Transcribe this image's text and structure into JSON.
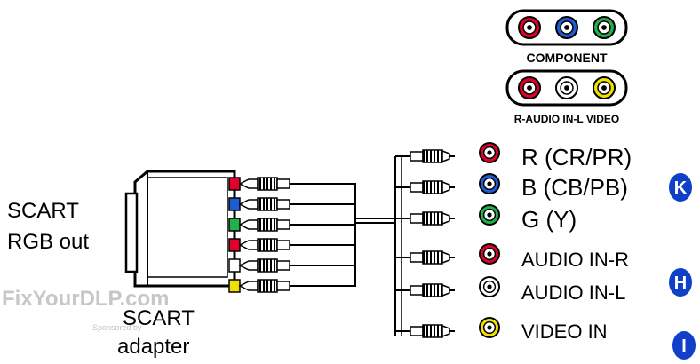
{
  "component_panel": {
    "title": "COMPONENT",
    "jacks": [
      {
        "color": "#e0002a"
      },
      {
        "color": "#1e5cd6"
      },
      {
        "color": "#22b04a"
      }
    ]
  },
  "audio_video_panel": {
    "title": "R-AUDIO IN-L VIDEO",
    "jacks": [
      {
        "color": "#e0002a"
      },
      {
        "color": "#ffffff"
      },
      {
        "color": "#f2e100"
      }
    ]
  },
  "left_labels": {
    "scart_rgb_line1": "SCART",
    "scart_rgb_line2": "RGB out",
    "adapter_line1": "SCART",
    "adapter_line2": "adapter"
  },
  "connections": [
    {
      "label": "R (CR/PR)",
      "color": "#e0002a"
    },
    {
      "label": "B (CB/PB)",
      "color": "#1e5cd6"
    },
    {
      "label": "G (Y)",
      "color": "#22b04a"
    },
    {
      "label": "AUDIO IN-R",
      "color": "#e0002a"
    },
    {
      "label": "AUDIO IN-L",
      "color": "#ffffff"
    },
    {
      "label": "VIDEO IN",
      "color": "#f2e100"
    }
  ],
  "adapter_plugs": [
    {
      "color": "#e0002a"
    },
    {
      "color": "#1e5cd6"
    },
    {
      "color": "#22b04a"
    },
    {
      "color": "#e0002a"
    },
    {
      "color": "#ffffff"
    },
    {
      "color": "#f2e100"
    }
  ],
  "badges": [
    {
      "letter": "K",
      "color": "#1040c8"
    },
    {
      "letter": "H",
      "color": "#1040c8"
    },
    {
      "letter": "I",
      "color": "#1040c8"
    }
  ],
  "watermark": {
    "text": "FixYourDLP.com",
    "sub": "Sponsored by"
  }
}
